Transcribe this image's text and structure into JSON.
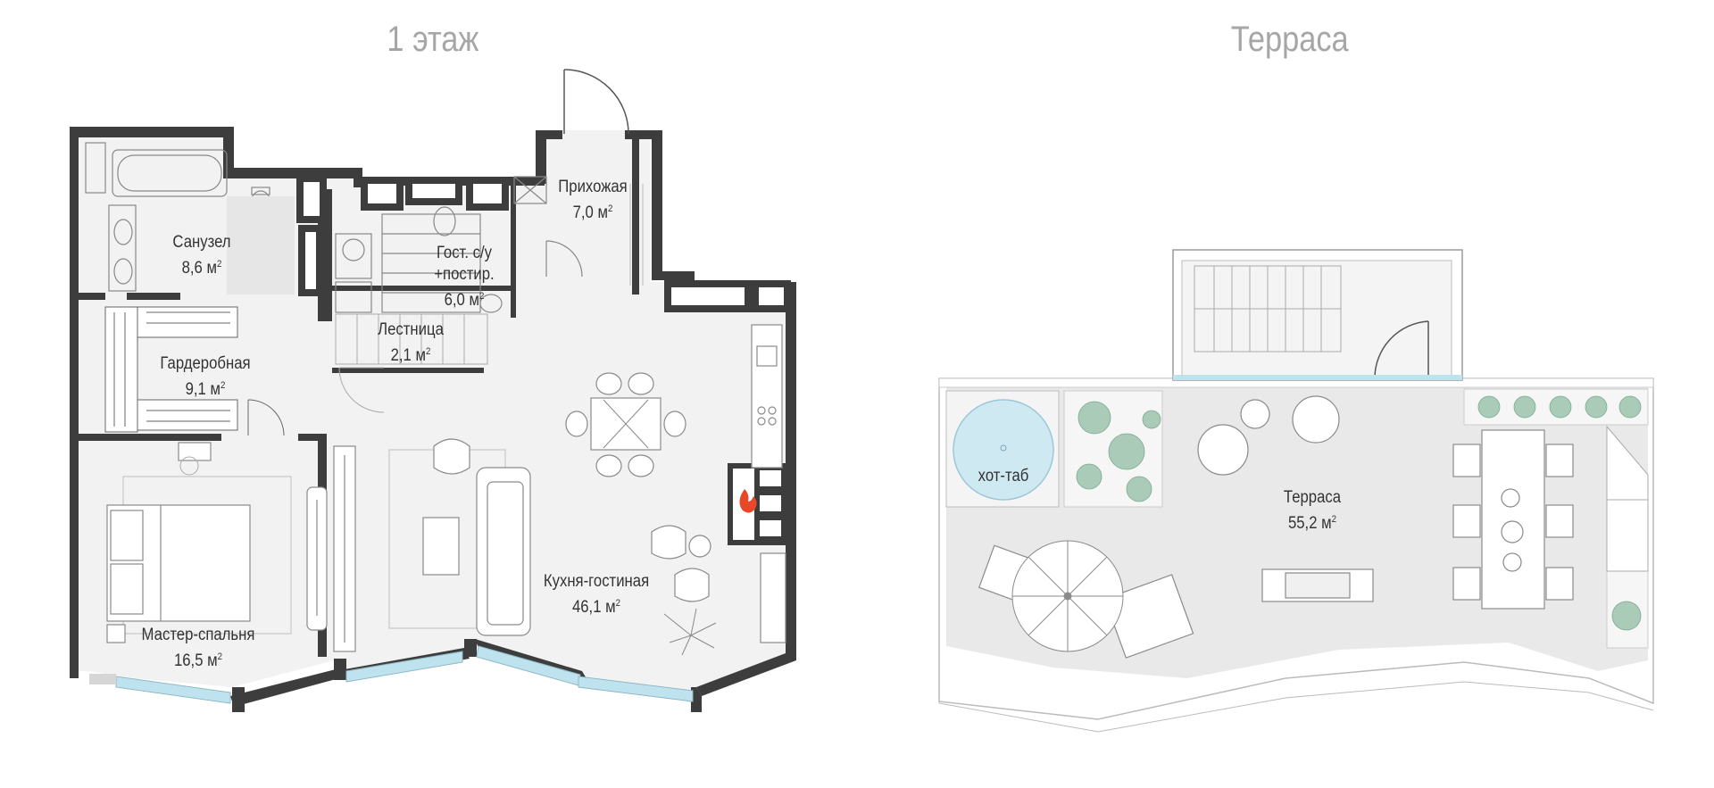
{
  "plans": {
    "floor1": {
      "title": "1 этаж",
      "rooms": [
        {
          "name": "Прихожая",
          "area": "7,0 м",
          "unit_sup": "2"
        },
        {
          "name": "Санузел",
          "area": "8,6 м",
          "unit_sup": "2"
        },
        {
          "name": "Гост. с/у",
          "name2": "+постир.",
          "area": "6,0 м",
          "unit_sup": "2"
        },
        {
          "name": "Лестница",
          "area": "2,1 м",
          "unit_sup": "2"
        },
        {
          "name": "Гардеробная",
          "area": "9,1 м",
          "unit_sup": "2"
        },
        {
          "name": "Кухня-гостиная",
          "area": "46,1 м",
          "unit_sup": "2"
        },
        {
          "name": "Мастер-спальня",
          "area": "16,5 м",
          "unit_sup": "2"
        }
      ]
    },
    "terrace": {
      "title": "Терраса",
      "hot_tub_label": "хот-таб",
      "rooms": [
        {
          "name": "Терраса",
          "area": "55,2 м",
          "unit_sup": "2"
        }
      ]
    }
  },
  "colors": {
    "wall": "#3d3d3d",
    "floor": "#f2f2f2",
    "terrace_floor": "#e9e9e9",
    "window": "#bfe3ee",
    "water": "#cfe9f3",
    "plant": "#9fc4b0",
    "title": "#a6a6a6",
    "fire": "#e8472a"
  }
}
